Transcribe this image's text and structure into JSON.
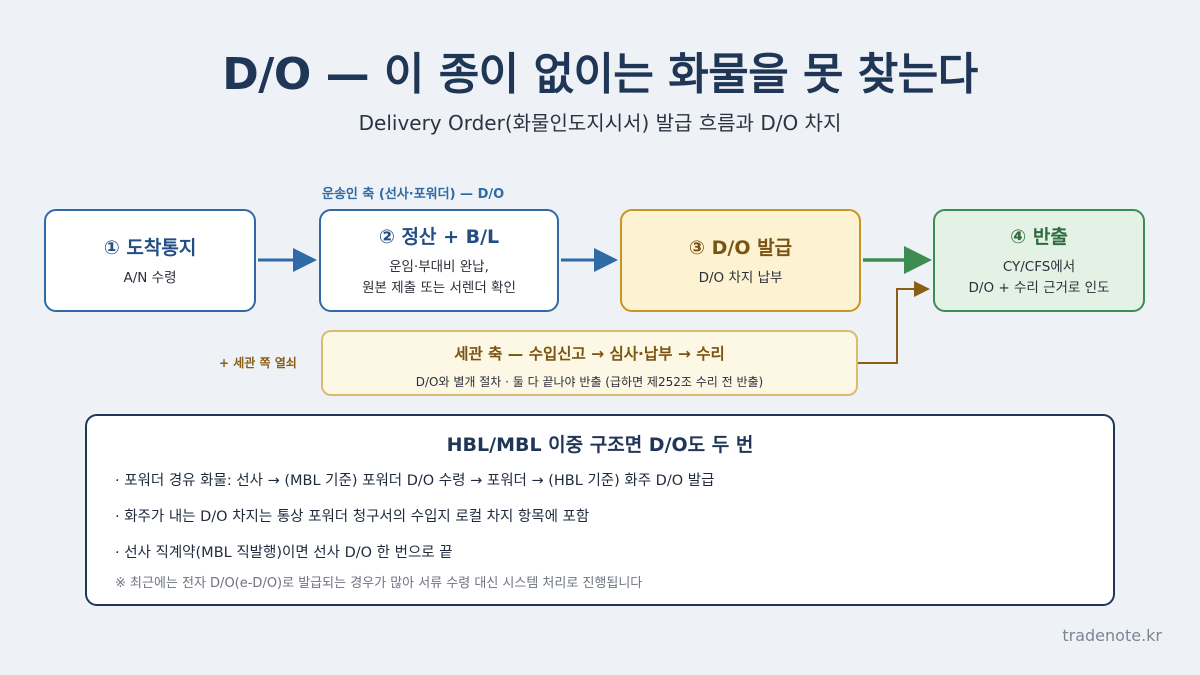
{
  "title": "D/O — 이 종이 없이는 화물을 못 찾는다",
  "subtitle": "Delivery Order(화물인도지시서) 발급 흐름과 D/O 차지",
  "carrier_axis_label": "운송인 축 (선사·포워더) — D/O",
  "steps": [
    {
      "title": "① 도착통지",
      "desc1": "A/N 수령",
      "desc2": ""
    },
    {
      "title": "② 정산 + B/L",
      "desc1": "운임·부대비 완납,",
      "desc2": "원본 제출 또는 서렌더 확인"
    },
    {
      "title": "③ D/O 발급",
      "desc1": "D/O 차지 납부",
      "desc2": ""
    },
    {
      "title": "④ 반출",
      "desc1": "CY/CFS에서",
      "desc2": "D/O + 수리 근거로 인도"
    }
  ],
  "customs": {
    "side_note": "+ 세관 쪽 열쇠",
    "title": "세관 축 — 수입신고 → 심사·납부 → 수리",
    "desc": "D/O와 별개 절차 · 둘 다 끝나야 반출 (급하면 제252조 수리 전 반출)"
  },
  "panel": {
    "title": "HBL/MBL 이중 구조면 D/O도 두 번",
    "items": [
      "· 포워더 경유 화물: 선사 → (MBL 기준) 포워더 D/O 수령 → 포워더 → (HBL 기준) 화주 D/O 발급",
      "· 화주가 내는 D/O 차지는 통상 포워더 청구서의 수입지 로컬 차지 항목에 포함",
      "· 선사 직계약(MBL 직발행)이면 선사 D/O 한 번으로 끝"
    ],
    "note": "※ 최근에는 전자 D/O(e-D/O)로 발급되는 경우가 많아 서류 수령 대신 시스템 처리로 진행됩니다"
  },
  "footer": "tradenote.kr",
  "colors": {
    "carrier_blue": "#2f6aa6",
    "do_gold": "#c9941f",
    "release_green": "#3d8c52",
    "customs_brown": "#8a5e16",
    "navy": "#1f3656"
  }
}
